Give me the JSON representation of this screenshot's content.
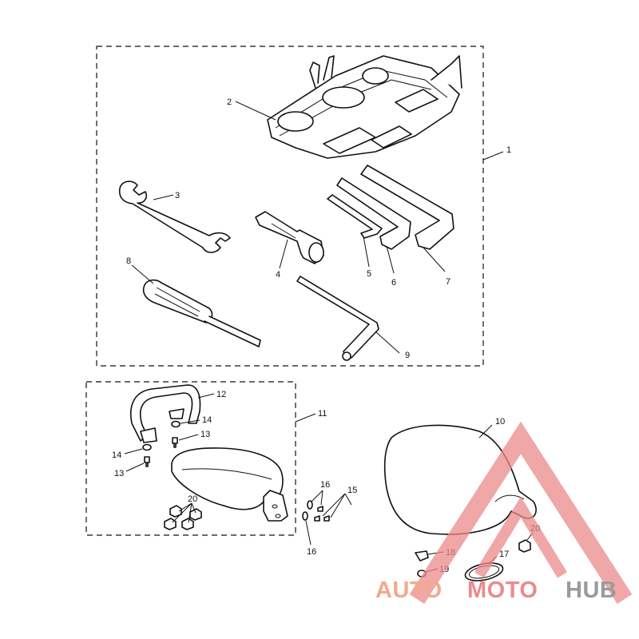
{
  "callouts": {
    "c1": "1",
    "c2": "2",
    "c3": "3",
    "c4": "4",
    "c5": "5",
    "c6": "6",
    "c7": "7",
    "c8": "8",
    "c9": "9",
    "c10": "10",
    "c11": "11",
    "c12": "12",
    "c13a": "13",
    "c13b": "13",
    "c14a": "14",
    "c14b": "14",
    "c15": "15",
    "c16a": "16",
    "c16b": "16",
    "c17": "17",
    "c18": "18",
    "c19": "19",
    "c20a": "20",
    "c20b": "20"
  },
  "watermark": {
    "part1": "AUTO",
    "part2": "MOTO",
    "part3": "HUB",
    "color_primary": "#f2a98a",
    "color_accent": "#ec8a8c",
    "color_gray": "#9a9a9a"
  }
}
